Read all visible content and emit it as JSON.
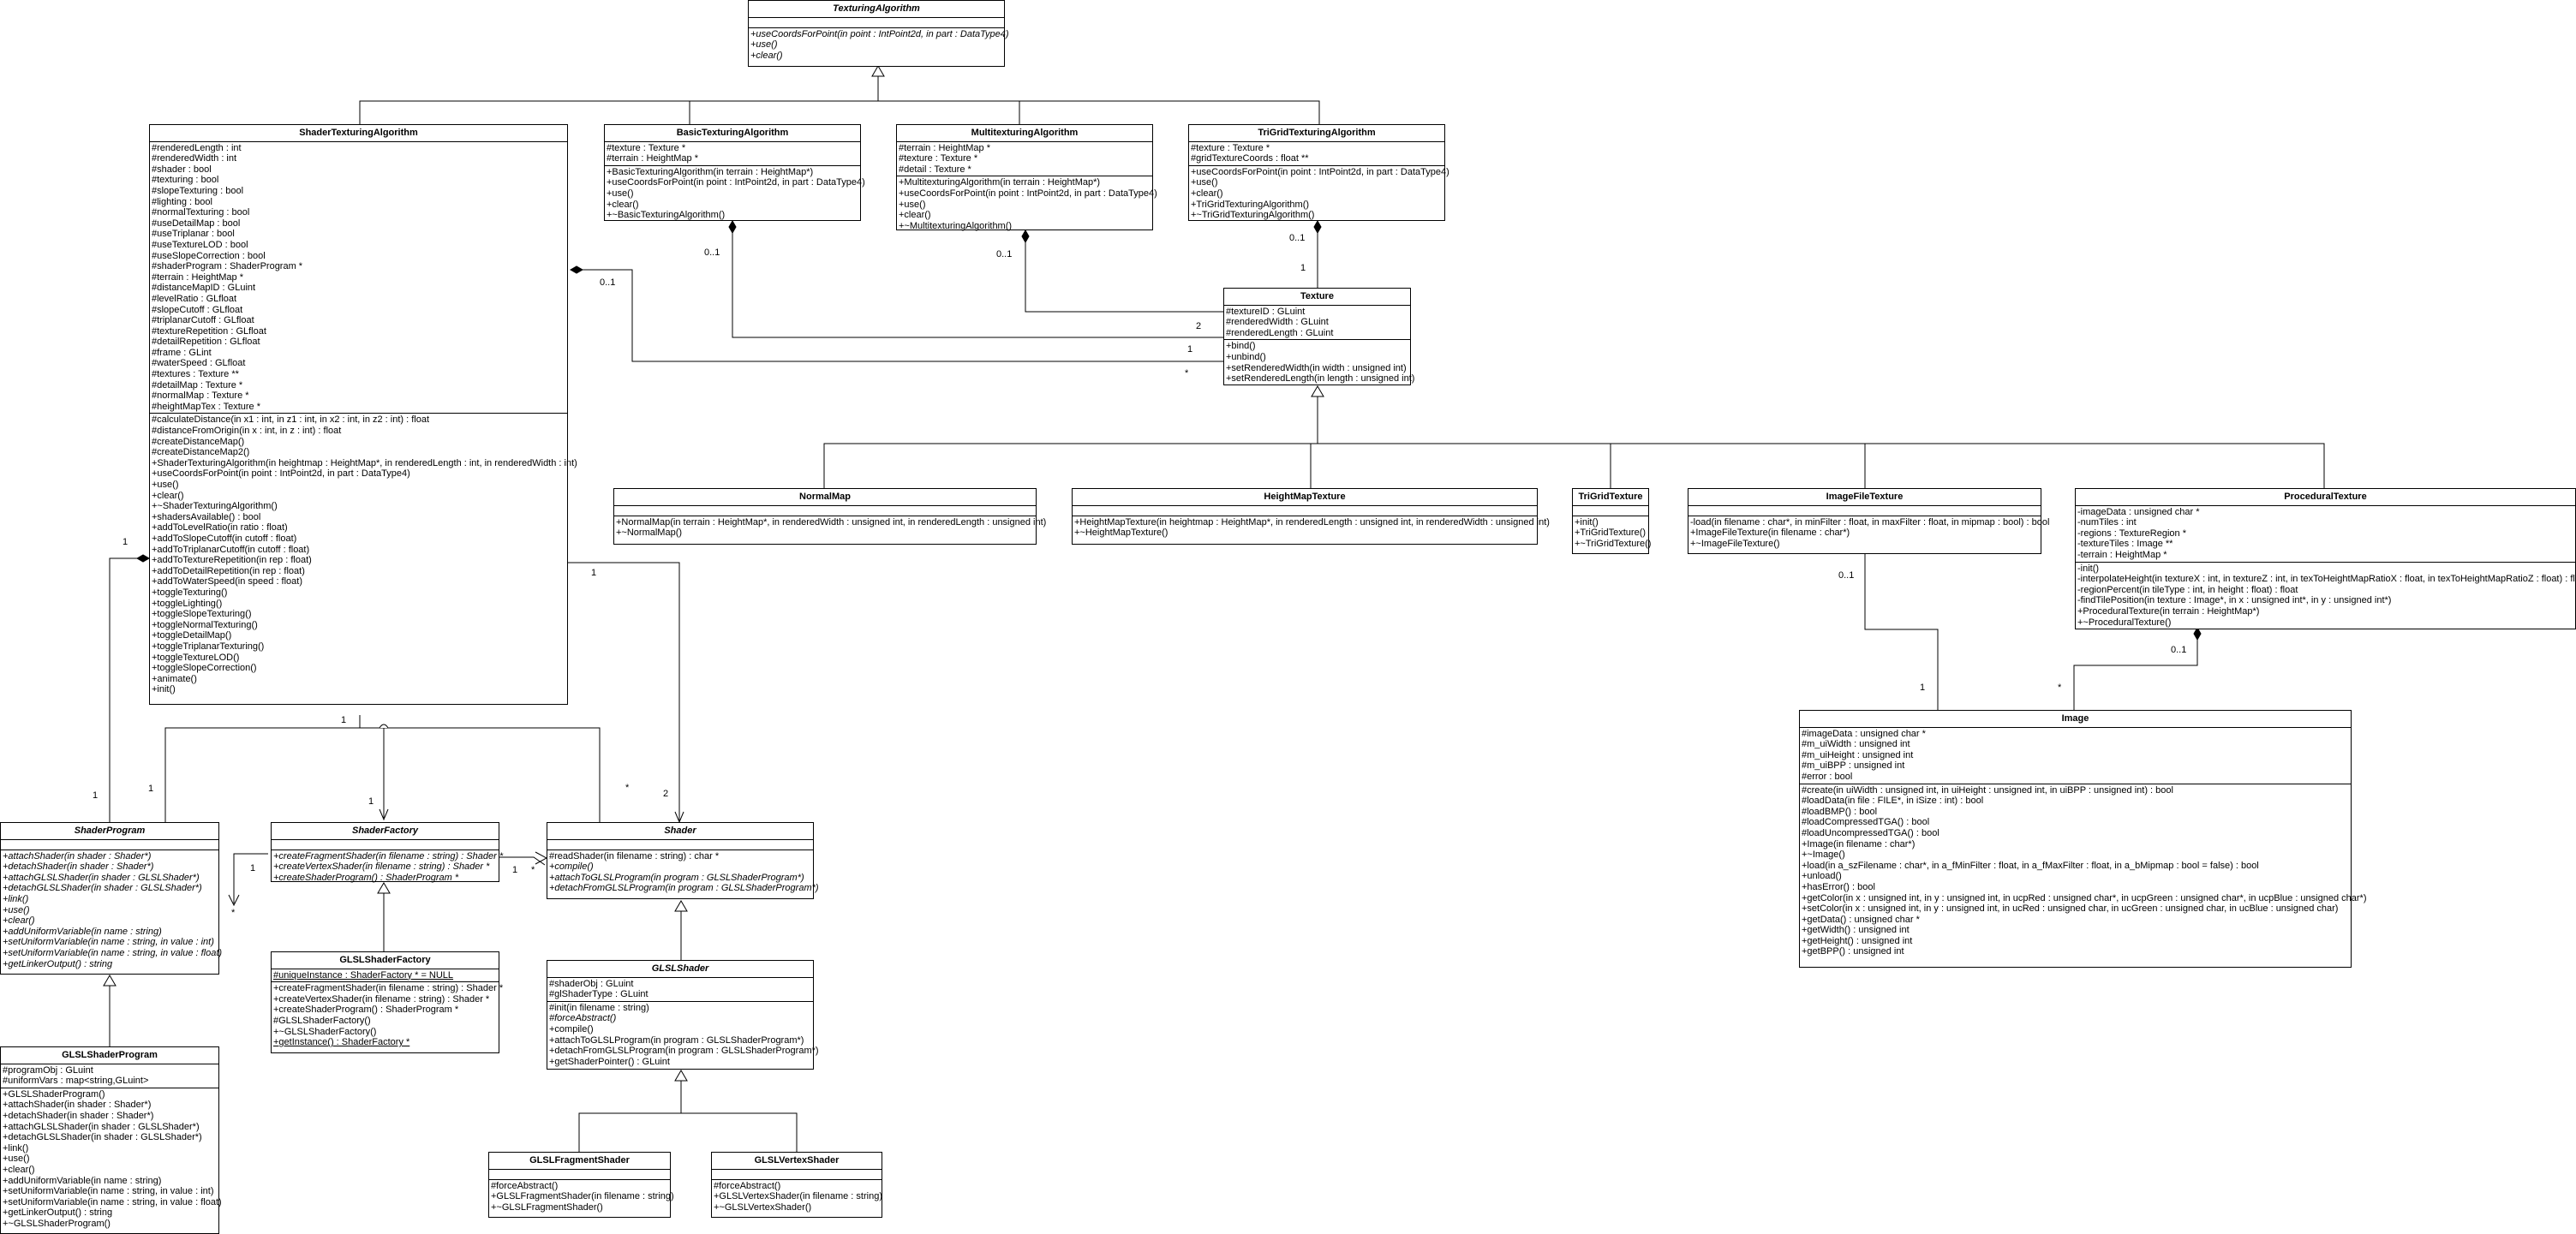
{
  "classes": [
    {
      "id": "TexturingAlgorithm",
      "name": "TexturingAlgorithm",
      "abstract": true,
      "attrs": [],
      "ops": [
        {
          "t": "+useCoordsForPoint(in point : IntPoint2d, in part : DataType4)",
          "i": true
        },
        {
          "t": "+use()",
          "i": true
        },
        {
          "t": "+clear()",
          "i": true
        }
      ]
    },
    {
      "id": "ShaderTexturingAlgorithm",
      "name": "ShaderTexturingAlgorithm",
      "attrs": [
        "#renderedLength : int",
        "#renderedWidth : int",
        "#shader : bool",
        "#texturing : bool",
        "#slopeTexturing : bool",
        "#lighting : bool",
        "#normalTexturing : bool",
        "#useDetailMap : bool",
        "#useTriplanar : bool",
        "#useTextureLOD : bool",
        "#useSlopeCorrection : bool",
        "#shaderProgram : ShaderProgram *",
        "#terrain : HeightMap *",
        "#distanceMapID : GLuint",
        "#levelRatio : GLfloat",
        "#slopeCutoff : GLfloat",
        "#triplanarCutoff : GLfloat",
        "#textureRepetition : GLfloat",
        "#detailRepetition : GLfloat",
        "#frame : GLint",
        "#waterSpeed : GLfloat",
        "#textures : Texture **",
        "#detailMap : Texture *",
        "#normalMap : Texture *",
        "#heightMapTex : Texture *"
      ],
      "ops": [
        "#calculateDistance(in x1 : int, in z1 : int, in x2 : int, in z2 : int) : float",
        "#distanceFromOrigin(in x : int, in z : int) : float",
        "#createDistanceMap()",
        "#createDistanceMap2()",
        "+ShaderTexturingAlgorithm(in heightmap : HeightMap*, in renderedLength : int, in renderedWidth : int)",
        "+useCoordsForPoint(in point : IntPoint2d, in part : DataType4)",
        "+use()",
        "+clear()",
        "+~ShaderTexturingAlgorithm()",
        "+shadersAvailable() : bool",
        "+addToLevelRatio(in ratio : float)",
        "+addToSlopeCutoff(in cutoff : float)",
        "+addToTriplanarCutoff(in cutoff : float)",
        "+addToTextureRepetition(in rep : float)",
        "+addToDetailRepetition(in rep : float)",
        "+addToWaterSpeed(in speed : float)",
        "+toggleTexturing()",
        "+toggleLighting()",
        "+toggleSlopeTexturing()",
        "+toggleNormalTexturing()",
        "+toggleDetailMap()",
        "+toggleTriplanarTexturing()",
        "+toggleTextureLOD()",
        "+toggleSlopeCorrection()",
        "+animate()",
        "+init()"
      ]
    },
    {
      "id": "BasicTexturingAlgorithm",
      "name": "BasicTexturingAlgorithm",
      "attrs": [
        "#texture : Texture *",
        "#terrain : HeightMap *"
      ],
      "ops": [
        "+BasicTexturingAlgorithm(in terrain : HeightMap*)",
        "+useCoordsForPoint(in point : IntPoint2d, in part : DataType4)",
        "+use()",
        "+clear()",
        "+~BasicTexturingAlgorithm()"
      ]
    },
    {
      "id": "MultitexturingAlgorithm",
      "name": "MultitexturingAlgorithm",
      "attrs": [
        "#terrain : HeightMap *",
        "#texture : Texture *",
        "#detail : Texture *"
      ],
      "ops": [
        "+MultitexturingAlgorithm(in terrain : HeightMap*)",
        "+useCoordsForPoint(in point : IntPoint2d, in part : DataType4)",
        "+use()",
        "+clear()",
        "+~MultitexturingAlgorithm()"
      ]
    },
    {
      "id": "TriGridTexturingAlgorithm",
      "name": "TriGridTexturingAlgorithm",
      "attrs": [
        "#texture : Texture *",
        "#gridTextureCoords : float **"
      ],
      "ops": [
        "+useCoordsForPoint(in point : IntPoint2d, in part : DataType4)",
        "+use()",
        "+clear()",
        "+TriGridTexturingAlgorithm()",
        "+~TriGridTexturingAlgorithm()"
      ]
    },
    {
      "id": "Texture",
      "name": "Texture",
      "attrs": [
        "#textureID : GLuint",
        "#renderedWidth : GLuint",
        "#renderedLength : GLuint"
      ],
      "ops": [
        "+bind()",
        "+unbind()",
        "+setRenderedWidth(in width : unsigned int)",
        "+setRenderedLength(in length : unsigned int)"
      ]
    },
    {
      "id": "NormalMap",
      "name": "NormalMap",
      "attrs": [],
      "ops": [
        "+NormalMap(in terrain : HeightMap*, in renderedWidth : unsigned int, in renderedLength : unsigned int)",
        "+~NormalMap()"
      ]
    },
    {
      "id": "HeightMapTexture",
      "name": "HeightMapTexture",
      "attrs": [],
      "ops": [
        "+HeightMapTexture(in heightmap : HeightMap*, in renderedLength : unsigned int, in renderedWidth : unsigned int)",
        "+~HeightMapTexture()"
      ]
    },
    {
      "id": "TriGridTexture",
      "name": "TriGridTexture",
      "attrs": [],
      "ops": [
        "+init()",
        "+TriGridTexture()",
        "+~TriGridTexture()"
      ]
    },
    {
      "id": "ImageFileTexture",
      "name": "ImageFileTexture",
      "attrs": [],
      "ops": [
        "-load(in filename : char*, in minFilter : float, in maxFilter : float, in mipmap : bool) : bool",
        "+ImageFileTexture(in filename : char*)",
        "+~ImageFileTexture()"
      ]
    },
    {
      "id": "ProceduralTexture",
      "name": "ProceduralTexture",
      "attrs": [
        "-imageData : unsigned char *",
        "-numTiles : int",
        "-regions : TextureRegion *",
        "-textureTiles : Image **",
        "-terrain : HeightMap *"
      ],
      "ops": [
        "-init()",
        "-interpolateHeight(in textureX : int, in textureZ : int, in texToHeightMapRatioX : float, in texToHeightMapRatioZ : float) : float",
        "-regionPercent(in tileType : int, in height : float) : float",
        "-findTilePosition(in texture : Image*, in x : unsigned int*, in y : unsigned int*)",
        "+ProceduralTexture(in terrain : HeightMap*)",
        "+~ProceduralTexture()"
      ]
    },
    {
      "id": "Image",
      "name": "Image",
      "attrs": [
        "#imageData : unsigned char *",
        "#m_uiWidth : unsigned int",
        "#m_uiHeight : unsigned int",
        "#m_uiBPP : unsigned int",
        "#error : bool"
      ],
      "ops": [
        "#create(in uiWidth : unsigned int, in uiHeight : unsigned int, in uiBPP : unsigned int) : bool",
        "#loadData(in file : FILE*, in iSize : int) : bool",
        "#loadBMP() : bool",
        "#loadCompressedTGA() : bool",
        "#loadUncompressedTGA() : bool",
        "+Image(in filename : char*)",
        "+~Image()",
        "+load(in a_szFilename : char*, in a_fMinFilter : float, in a_fMaxFilter : float, in a_bMipmap : bool = false) : bool",
        "+unload()",
        "+hasError() : bool",
        "+getColor(in x : unsigned int, in y : unsigned int, in ucpRed : unsigned char*, in ucpGreen : unsigned char*, in ucpBlue : unsigned char*)",
        "+setColor(in x : unsigned int, in y : unsigned int, in ucRed : unsigned char, in ucGreen : unsigned char, in ucBlue : unsigned char)",
        "+getData() : unsigned char *",
        "+getWidth() : unsigned int",
        "+getHeight() : unsigned int",
        "+getBPP() : unsigned int"
      ]
    },
    {
      "id": "ShaderProgram",
      "name": "ShaderProgram",
      "abstract": true,
      "attrs": [],
      "ops": [
        {
          "t": "+attachShader(in shader : Shader*)",
          "i": true
        },
        {
          "t": "+detachShader(in shader : Shader*)",
          "i": true
        },
        {
          "t": "+attachGLSLShader(in shader : GLSLShader*)",
          "i": true
        },
        {
          "t": "+detachGLSLShader(in shader : GLSLShader*)",
          "i": true
        },
        {
          "t": "+link()",
          "i": true
        },
        {
          "t": "+use()",
          "i": true
        },
        {
          "t": "+clear()",
          "i": true
        },
        {
          "t": "+addUniformVariable(in name : string)",
          "i": true
        },
        {
          "t": "+setUniformVariable(in name : string, in value : int)",
          "i": true
        },
        {
          "t": "+setUniformVariable(in name : string, in value : float)",
          "i": true
        },
        {
          "t": "+getLinkerOutput() : string",
          "i": true
        }
      ]
    },
    {
      "id": "GLSLShaderProgram",
      "name": "GLSLShaderProgram",
      "attrs": [
        "#programObj : GLuint",
        "#uniformVars : map<string,GLuint>"
      ],
      "ops": [
        "+GLSLShaderProgram()",
        "+attachShader(in shader : Shader*)",
        "+detachShader(in shader : Shader*)",
        "+attachGLSLShader(in shader : GLSLShader*)",
        "+detachGLSLShader(in shader : GLSLShader*)",
        "+link()",
        "+use()",
        "+clear()",
        "+addUniformVariable(in name : string)",
        "+setUniformVariable(in name : string, in value : int)",
        "+setUniformVariable(in name : string, in value : float)",
        "+getLinkerOutput() : string",
        "+~GLSLShaderProgram()"
      ]
    },
    {
      "id": "ShaderFactory",
      "name": "ShaderFactory",
      "abstract": true,
      "attrs": [],
      "ops": [
        {
          "t": "+createFragmentShader(in filename : string) : Shader *",
          "i": true
        },
        {
          "t": "+createVertexShader(in filename : string) : Shader *",
          "i": true
        },
        {
          "t": "+createShaderProgram() : ShaderProgram *",
          "i": true
        }
      ]
    },
    {
      "id": "GLSLShaderFactory",
      "name": "GLSLShaderFactory",
      "attrs": [
        {
          "t": "#uniqueInstance : ShaderFactory * = NULL",
          "u": true
        }
      ],
      "ops": [
        "+createFragmentShader(in filename : string) : Shader *",
        "+createVertexShader(in filename : string) : Shader *",
        "+createShaderProgram() : ShaderProgram *",
        "#GLSLShaderFactory()",
        "+~GLSLShaderFactory()",
        {
          "t": "+getInstance() : ShaderFactory *",
          "u": true
        }
      ]
    },
    {
      "id": "Shader",
      "name": "Shader",
      "abstract": true,
      "attrs": [],
      "ops": [
        "#readShader(in filename : string) : char *",
        {
          "t": "+compile()",
          "i": true
        },
        {
          "t": "+attachToGLSLProgram(in program : GLSLShaderProgram*)",
          "i": true
        },
        {
          "t": "+detachFromGLSLProgram(in program : GLSLShaderProgram*)",
          "i": true
        }
      ]
    },
    {
      "id": "GLSLShader",
      "name": "GLSLShader",
      "abstract": true,
      "attrs": [
        "#shaderObj : GLuint",
        "#glShaderType : GLuint"
      ],
      "ops": [
        "#init(in filename : string)",
        {
          "t": "#forceAbstract()",
          "i": true
        },
        "+compile()",
        "+attachToGLSLProgram(in program : GLSLShaderProgram*)",
        "+detachFromGLSLProgram(in program : GLSLShaderProgram*)",
        "+getShaderPointer() : GLuint"
      ]
    },
    {
      "id": "GLSLFragmentShader",
      "name": "GLSLFragmentShader",
      "attrs": [],
      "ops": [
        "#forceAbstract()",
        "+GLSLFragmentShader(in filename : string)",
        "+~GLSLFragmentShader()"
      ]
    },
    {
      "id": "GLSLVertexShader",
      "name": "GLSLVertexShader",
      "attrs": [],
      "ops": [
        "#forceAbstract()",
        "+GLSLVertexShader(in filename : string)",
        "+~GLSLVertexShader()"
      ]
    }
  ],
  "multiplicities": [
    {
      "id": "m-basic-tex",
      "text": "0..1"
    },
    {
      "id": "m-multi-tex",
      "text": "0..1"
    },
    {
      "id": "m-trigrid-tex",
      "text": "0..1"
    },
    {
      "id": "m-tex-trigrid",
      "text": "1"
    },
    {
      "id": "m-tex-multi",
      "text": "2"
    },
    {
      "id": "m-tex-basic",
      "text": "1"
    },
    {
      "id": "m-shaderalg-tex",
      "text": "0..1"
    },
    {
      "id": "m-tex-shaderalg",
      "text": "*"
    },
    {
      "id": "m-shaderalg-prog",
      "text": "1"
    },
    {
      "id": "m-prog-shaderalg",
      "text": "1"
    },
    {
      "id": "m-shaderalg-factory",
      "text": "1"
    },
    {
      "id": "m-factory-shaderalg",
      "text": "1"
    },
    {
      "id": "m-shaderalg-shader",
      "text": "1"
    },
    {
      "id": "m-shader-shaderalg",
      "text": "2"
    },
    {
      "id": "m-prog-top",
      "text": "1"
    },
    {
      "id": "m-prog-shader",
      "text": "*"
    },
    {
      "id": "m-factory-shader",
      "text": "1"
    },
    {
      "id": "m-shader-factory",
      "text": "*"
    },
    {
      "id": "m-factory-left-1",
      "text": "1"
    },
    {
      "id": "m-factory-left-star",
      "text": "*"
    },
    {
      "id": "m-ift-image",
      "text": "0..1"
    },
    {
      "id": "m-image-ift",
      "text": "1"
    },
    {
      "id": "m-pt-image",
      "text": "0..1"
    },
    {
      "id": "m-image-pt",
      "text": "*"
    }
  ]
}
